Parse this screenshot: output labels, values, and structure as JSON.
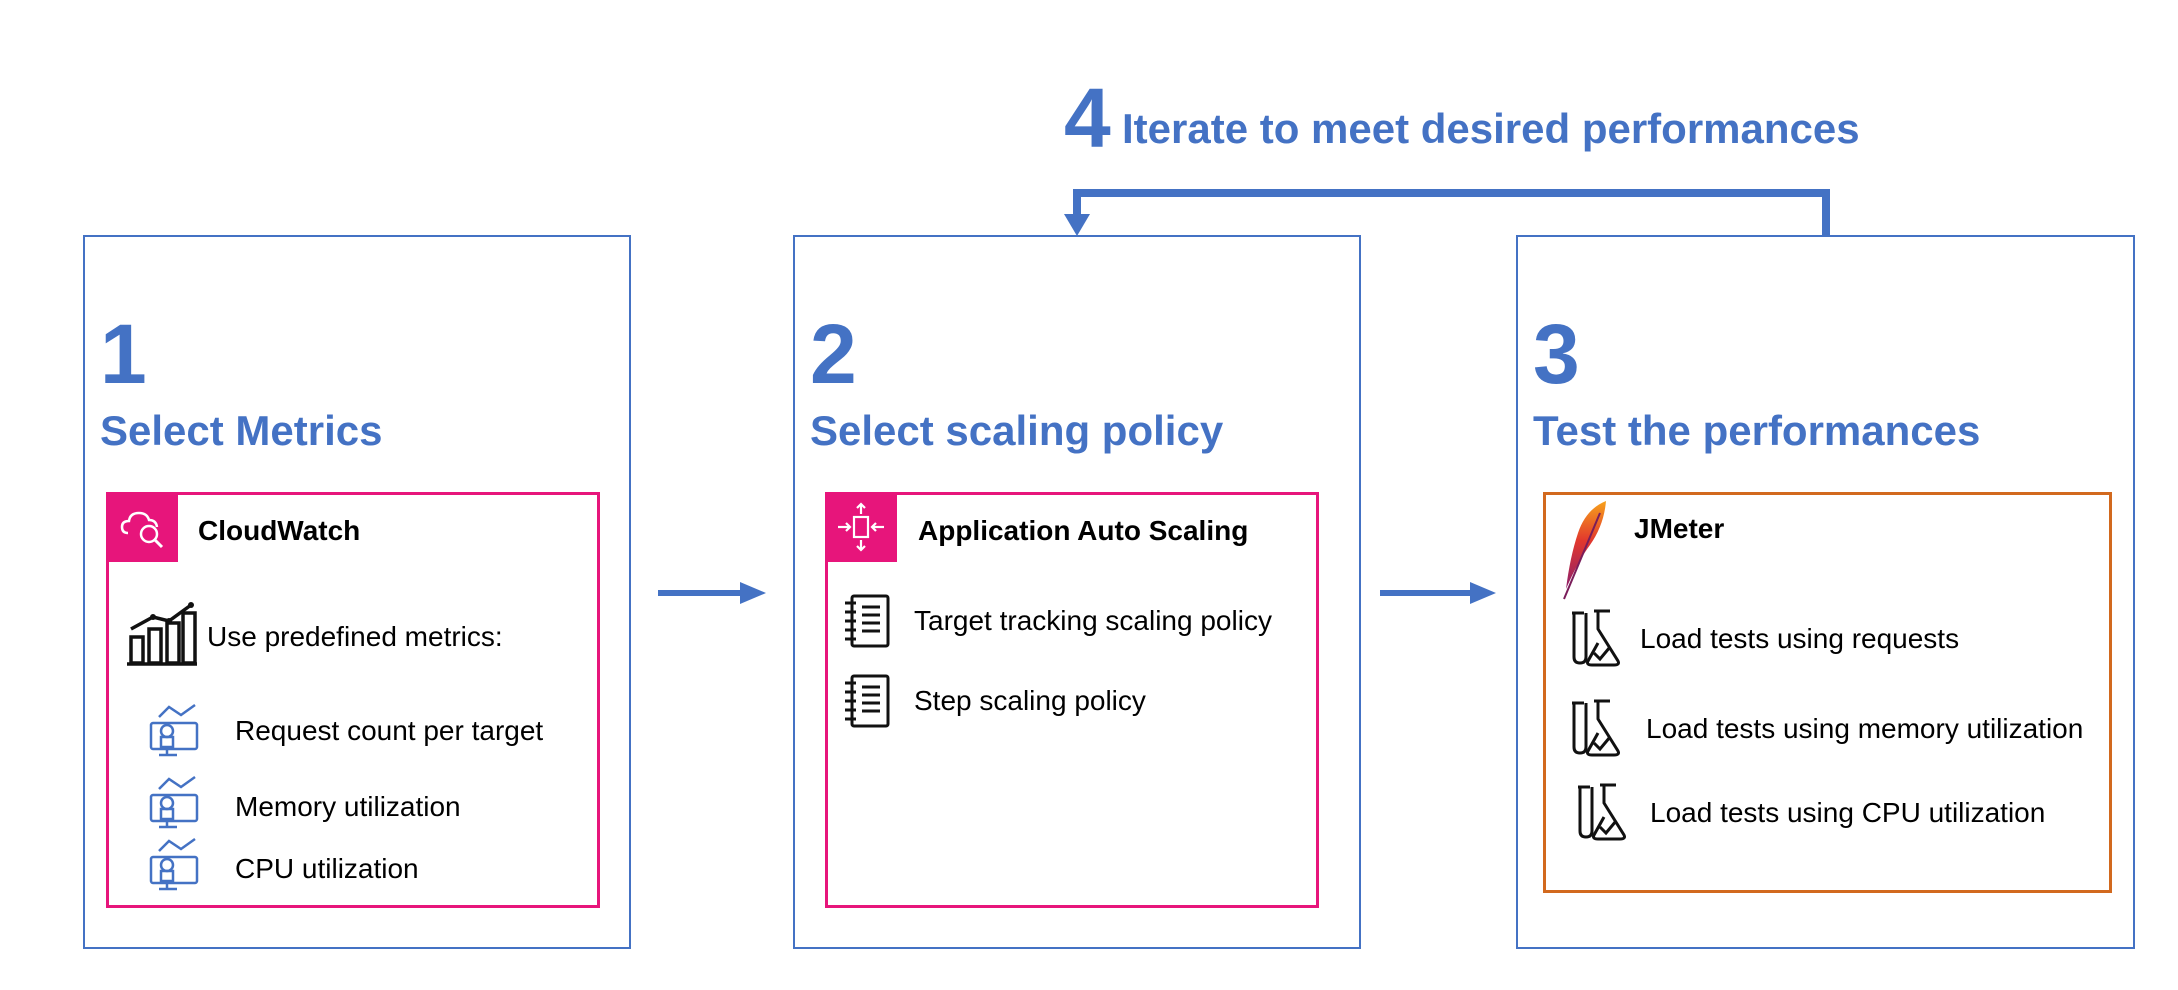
{
  "iterate": {
    "number": "4",
    "label": "Iterate to meet desired performances"
  },
  "steps": [
    {
      "number": "1",
      "title": "Select Metrics",
      "service": "CloudWatch",
      "intro": "Use predefined metrics:",
      "items": [
        "Request count per target",
        "Memory utilization",
        "CPU utilization"
      ]
    },
    {
      "number": "2",
      "title": "Select scaling policy",
      "service": "Application Auto Scaling",
      "items": [
        "Target tracking scaling policy",
        "Step scaling policy"
      ]
    },
    {
      "number": "3",
      "title": "Test the performances",
      "service": "JMeter",
      "items": [
        "Load tests using requests",
        "Load tests using memory utilization",
        "Load tests using CPU utilization"
      ]
    }
  ],
  "colors": {
    "accent": "#4472c4",
    "aws_pink": "#e7157b",
    "jmeter_border": "#d2691e"
  },
  "icons": {
    "cloudwatch": "cloudwatch-icon",
    "metrics_chart": "bar-chart-icon",
    "metric_item": "metrics-dashboard-icon",
    "auto_scaling": "auto-scaling-icon",
    "policy_item": "notebook-icon",
    "jmeter": "jmeter-feather-icon",
    "load_test_item": "flask-check-icon"
  }
}
